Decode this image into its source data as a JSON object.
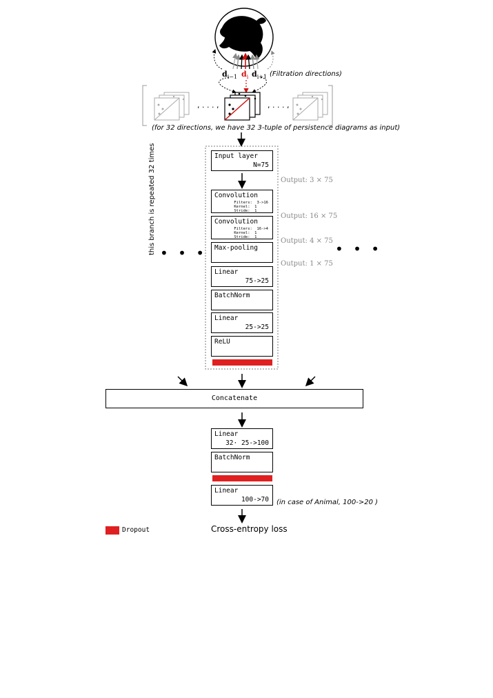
{
  "directions": {
    "d_prev": "d",
    "d_prev_sub": "i−1",
    "d_cur": "d",
    "d_cur_sub": "i",
    "d_next": "d",
    "d_next_sub": "i+1",
    "caption": "(Filtration directions)"
  },
  "tuple_separator": ", . . . ,",
  "input_caption": "(for 32 directions, we have 32 3-tuple of persistence diagrams as input)",
  "branch": {
    "vertical_label": "this branch is repeated 32 times",
    "input_layer": {
      "title": "Input layer",
      "note": "N=75"
    },
    "conv1": {
      "title": "Convolution",
      "specs": "Filters:  3->16\nKernel:  1\nStride:  1"
    },
    "conv2": {
      "title": "Convolution",
      "specs": "Filters:  16->4\nKernel:  1\nStride:  1"
    },
    "maxpool": {
      "title": "Max-pooling"
    },
    "linear1": {
      "title": "Linear",
      "note": "75->25"
    },
    "batchnorm": {
      "title": "BatchNorm"
    },
    "linear2": {
      "title": "Linear",
      "note": "25->25"
    },
    "relu": {
      "title": "ReLU"
    }
  },
  "outputs": [
    "Output: 3 × 75",
    "Output: 16 × 75",
    "Output: 4 × 75",
    "Output: 1 × 75"
  ],
  "side_dots": "• • •",
  "concatenate": "Concatenate",
  "head": {
    "linear1": {
      "title": "Linear",
      "note": "32· 25->100"
    },
    "batchnorm": {
      "title": "BatchNorm"
    },
    "linear2": {
      "title": "Linear",
      "note": "100->70"
    },
    "animal_note": "(in case of Animal, 100->20 )"
  },
  "legend": {
    "dropout_label": "Dropout",
    "dropout_color": "#e02020"
  },
  "loss": "Cross-entropy loss"
}
